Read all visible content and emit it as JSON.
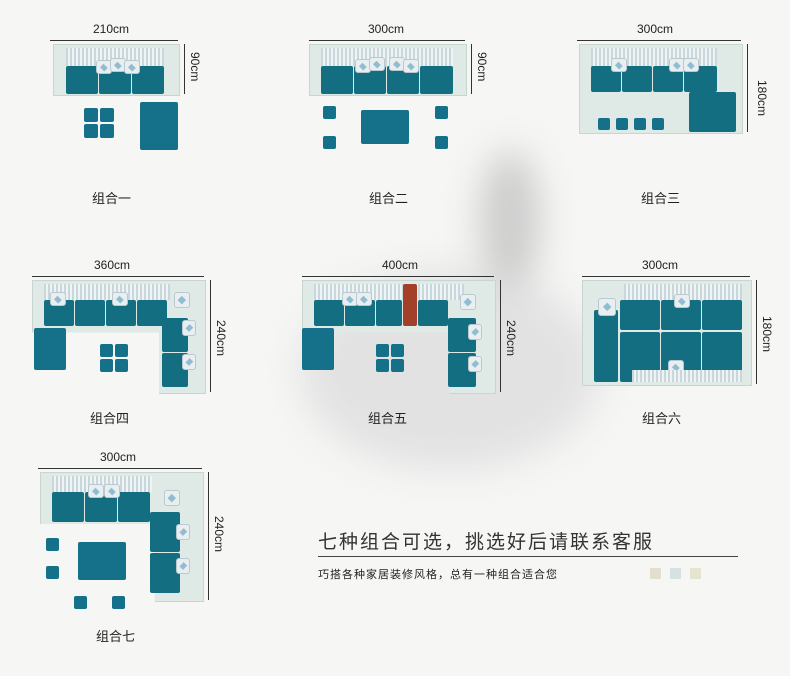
{
  "combos": [
    {
      "width_label": "210cm",
      "depth_label": "90cm",
      "name": "组合一"
    },
    {
      "width_label": "300cm",
      "depth_label": "90cm",
      "name": "组合二"
    },
    {
      "width_label": "300cm",
      "depth_label": "180cm",
      "name": "组合三"
    },
    {
      "width_label": "360cm",
      "depth_label": "240cm",
      "name": "组合四"
    },
    {
      "width_label": "400cm",
      "depth_label": "240cm",
      "name": "组合五"
    },
    {
      "width_label": "300cm",
      "depth_label": "180cm",
      "name": "组合六"
    },
    {
      "width_label": "300cm",
      "depth_label": "240cm",
      "name": "组合七"
    }
  ],
  "slogan": "七种组合可选，挑选好后请联系客服",
  "subtitle": "巧搭各种家居装修风格，总有一种组合适合您",
  "swatch_colors": [
    "#e2dfcf",
    "#d7e1e1",
    "#e4e4cf"
  ],
  "colors": {
    "fabric": "#136e82",
    "frame": "#dfe9e6"
  }
}
